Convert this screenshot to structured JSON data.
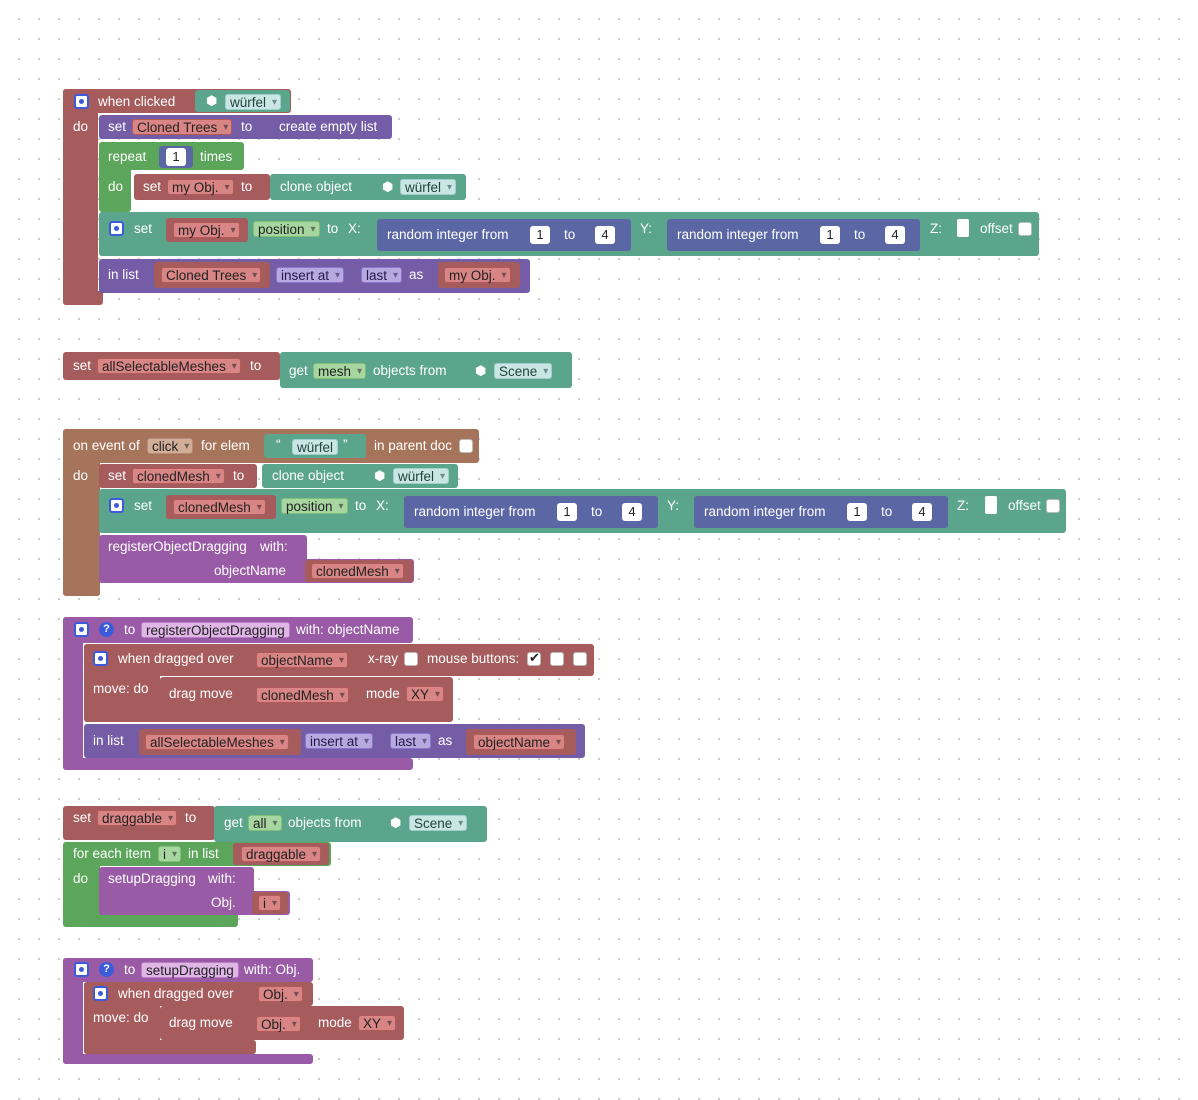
{
  "colors": {
    "event": "#a65c5c",
    "lists": "#745ca6",
    "loops": "#5ca65c",
    "objects": "#5ba58c",
    "math": "#5b67a5",
    "procedures": "#995ba6",
    "events_dom": "#a5745b"
  },
  "icons": [
    "settings-gear-icon",
    "help-icon",
    "cube-icon",
    "quote-icon",
    "dropdown-caret-icon",
    "checkbox-icon"
  ],
  "block1": {
    "when_clicked": "when clicked",
    "wurfel": "würfel",
    "do": "do",
    "set": "set",
    "cloned_trees": "Cloned Trees",
    "to": "to",
    "create_empty_list": "create empty list",
    "repeat": "repeat",
    "repeat_count": "1",
    "times": "times",
    "do2": "do",
    "set2": "set",
    "my_obj": "my Obj.",
    "to2": "to",
    "clone_object": "clone object",
    "wurfel2": "würfel",
    "set3": "set",
    "my_obj2": "my Obj.",
    "position": "position",
    "to3": "to",
    "x": "X:",
    "rand1": "random integer from",
    "rand1_from": "1",
    "rand1_to_label": "to",
    "rand1_to": "4",
    "y": "Y:",
    "rand2": "random integer from",
    "rand2_from": "1",
    "rand2_to_label": "to",
    "rand2_to": "4",
    "z": "Z:",
    "offset": "offset",
    "in_list": "in list",
    "cloned_trees2": "Cloned Trees",
    "insert_at": "insert at",
    "last": "last",
    "as": "as",
    "my_obj3": "my Obj."
  },
  "block2": {
    "set": "set",
    "var": "allSelectableMeshes",
    "to": "to",
    "get": "get",
    "mesh": "mesh",
    "objects_from": "objects from",
    "scene": "Scene"
  },
  "block3": {
    "on_event_of": "on event of",
    "click": "click",
    "for_elem": "for elem",
    "wurfel": "würfel",
    "in_parent_doc": "in parent doc",
    "do": "do",
    "set": "set",
    "cloned_mesh": "clonedMesh",
    "to": "to",
    "clone_object": "clone object",
    "wurfel2": "würfel",
    "set2": "set",
    "cloned_mesh2": "clonedMesh",
    "position": "position",
    "to2": "to",
    "x": "X:",
    "rand1": "random integer from",
    "rand1_from": "1",
    "rand1_to_label": "to",
    "rand1_to": "4",
    "y": "Y:",
    "rand2": "random integer from",
    "rand2_from": "1",
    "rand2_to_label": "to",
    "rand2_to": "4",
    "z": "Z:",
    "offset": "offset",
    "register": "registerObjectDragging",
    "with": "with:",
    "object_name": "objectName",
    "cloned_mesh3": "clonedMesh"
  },
  "block4": {
    "to": "to",
    "proc_name": "registerObjectDragging",
    "with": "with: objectName",
    "when_dragged_over": "when dragged over",
    "object_name": "objectName",
    "xray": "x-ray",
    "mouse_buttons": "mouse buttons:",
    "move_do": "move: do",
    "drag_move": "drag move",
    "cloned_mesh": "clonedMesh",
    "mode": "mode",
    "xy": "XY",
    "in_list": "in list",
    "all_meshes": "allSelectableMeshes",
    "insert_at": "insert at",
    "last": "last",
    "as": "as",
    "object_name2": "objectName"
  },
  "block5": {
    "set": "set",
    "draggable": "draggable",
    "to": "to",
    "get": "get",
    "all": "all",
    "objects_from": "objects from",
    "scene": "Scene",
    "for_each_item": "for each item",
    "i": "i",
    "in_list": "in list",
    "draggable2": "draggable",
    "do": "do",
    "setup": "setupDragging",
    "with": "with:",
    "obj": "Obj.",
    "i2": "i"
  },
  "block6": {
    "to": "to",
    "proc_name": "setupDragging",
    "with": "with: Obj.",
    "when_dragged_over": "when dragged over",
    "obj": "Obj.",
    "move_do": "move: do",
    "drag_move": "drag move",
    "obj2": "Obj.",
    "mode": "mode",
    "xy": "XY"
  }
}
